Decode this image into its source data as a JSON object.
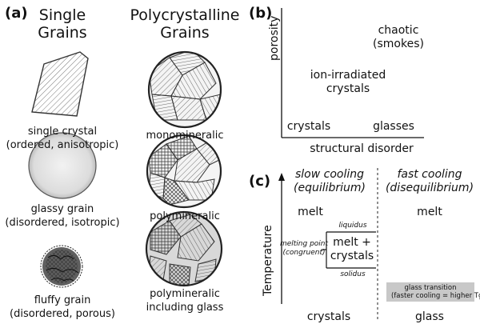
{
  "panel_a": {
    "label": "(a)",
    "single_title_l1": "Single",
    "single_title_l2": "Grains",
    "poly_title_l1": "Polycrystalline",
    "poly_title_l2": "Grains",
    "single_crystal_l1": "single crystal",
    "single_crystal_l2": "(ordered, anisotropic)",
    "glassy_l1": "glassy grain",
    "glassy_l2": "(disordered, isotropic)",
    "fluffy_l1": "fluffy grain",
    "fluffy_l2": "(disordered, porous)",
    "mono": "monomineralic",
    "poly": "polymineralic",
    "polyglass_l1": "polymineralic",
    "polyglass_l2": "including glass"
  },
  "panel_b": {
    "label": "(b)",
    "y_axis": "porosity",
    "x_axis": "structural disorder",
    "chaotic_l1": "chaotic",
    "chaotic_l2": "(smokes)",
    "ion_l1": "ion-irradiated",
    "ion_l2": "crystals",
    "crystals": "crystals",
    "glasses": "glasses"
  },
  "panel_c": {
    "label": "(c)",
    "y_axis": "Temperature",
    "slow_l1": "slow cooling",
    "slow_l2": "(equilibrium)",
    "fast_l1": "fast cooling",
    "fast_l2": "(disequilibrium)",
    "melt_left": "melt",
    "melt_right": "melt",
    "liquidus": "liquidus",
    "solidus": "solidus",
    "melting_point_l1": "melting point",
    "melting_point_l2": "(congruent)",
    "melt_crystals_l1": "melt +",
    "melt_crystals_l2": "crystals",
    "glass_transition_l1": "glass transition",
    "glass_transition_l2": "(faster cooling = higher Tg)",
    "crystals": "crystals",
    "glass": "glass"
  }
}
